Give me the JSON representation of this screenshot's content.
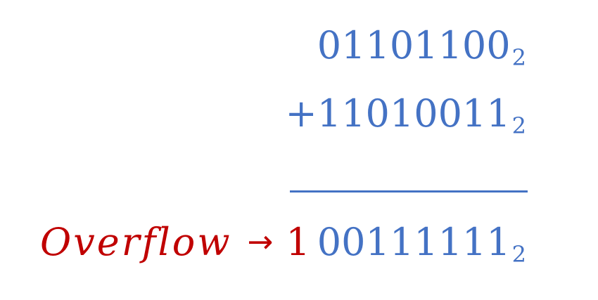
{
  "operand_a": {
    "digits": "01101100",
    "base": "2"
  },
  "operand_b": {
    "sign": "+",
    "digits": "11010011",
    "base": "2"
  },
  "result": {
    "overflow_label": "Overflow",
    "arrow": "→",
    "carry": "1",
    "digits": "00111111",
    "base": "2"
  },
  "colors": {
    "operands": "#4472c4",
    "overflow": "#c00000"
  }
}
